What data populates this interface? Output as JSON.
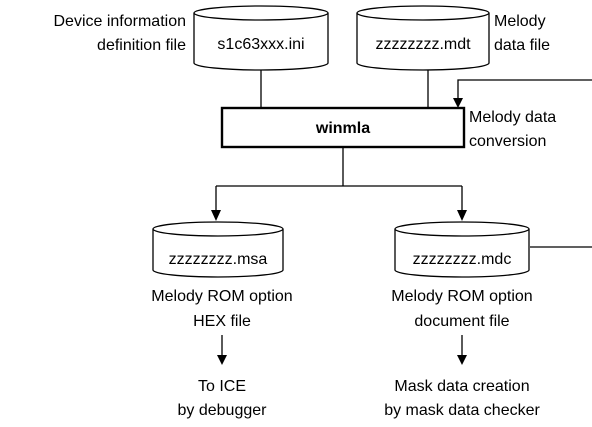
{
  "inputs": {
    "device_file": {
      "label_lines": [
        "Device information",
        "definition file"
      ],
      "filename": "s1c63xxx.ini"
    },
    "melody_file": {
      "label_lines": [
        "Melody",
        "data file"
      ],
      "filename": "zzzzzzzz.mdt"
    }
  },
  "tool": {
    "name": "winmla",
    "description_lines": [
      "Melody data",
      "conversion"
    ]
  },
  "outputs": {
    "msa_file": {
      "filename": "zzzzzzzz.msa",
      "label_lines": [
        "Melody ROM option",
        "HEX file"
      ],
      "destination_lines": [
        "To ICE",
        "by debugger"
      ]
    },
    "mdc_file": {
      "filename": "zzzzzzzz.mdc",
      "label_lines": [
        "Melody ROM option",
        "document file"
      ],
      "destination_lines": [
        "Mask data creation",
        "by mask data checker"
      ]
    }
  }
}
